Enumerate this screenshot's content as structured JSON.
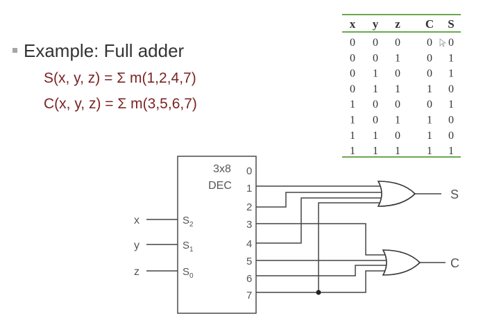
{
  "slide": {
    "bullet_heading": "Example: Full adder",
    "equations": [
      "S(x, y, z) = Σ m(1,2,4,7)",
      "C(x, y, z) = Σ m(3,5,6,7)"
    ]
  },
  "truth_table": {
    "headers": [
      "x",
      "y",
      "z",
      "C",
      "S"
    ],
    "rows": [
      [
        "0",
        "0",
        "0",
        "0",
        "0"
      ],
      [
        "0",
        "0",
        "1",
        "0",
        "1"
      ],
      [
        "0",
        "1",
        "0",
        "0",
        "1"
      ],
      [
        "0",
        "1",
        "1",
        "1",
        "0"
      ],
      [
        "1",
        "0",
        "0",
        "0",
        "1"
      ],
      [
        "1",
        "0",
        "1",
        "1",
        "0"
      ],
      [
        "1",
        "1",
        "0",
        "1",
        "0"
      ],
      [
        "1",
        "1",
        "1",
        "1",
        "1"
      ]
    ],
    "rule_color": "#6aa84f"
  },
  "circuit": {
    "decoder": {
      "title_line1": "3x8",
      "title_line2": "DEC",
      "inputs": [
        {
          "signal": "x",
          "pin": "S",
          "sub": "2"
        },
        {
          "signal": "y",
          "pin": "S",
          "sub": "1"
        },
        {
          "signal": "z",
          "pin": "S",
          "sub": "0"
        }
      ],
      "outputs": [
        "0",
        "1",
        "2",
        "3",
        "4",
        "5",
        "6",
        "7"
      ]
    },
    "gates": [
      {
        "type": "OR",
        "output": "S",
        "minterms": [
          1,
          2,
          4,
          7
        ]
      },
      {
        "type": "OR",
        "output": "C",
        "minterms": [
          3,
          5,
          6,
          7
        ]
      }
    ]
  }
}
